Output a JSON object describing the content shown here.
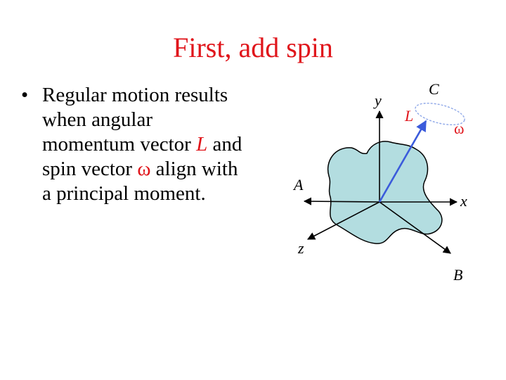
{
  "slide": {
    "title": "First, add spin",
    "bullet": {
      "marker": "•",
      "text_before_L": "Regular motion results when angular momentum vector ",
      "L_symbol": "L",
      "text_before_omega": " and spin vector ",
      "omega_symbol": "ω",
      "text_after": " align with a principal moment."
    }
  },
  "diagram": {
    "labels": {
      "y_axis": "y",
      "x_axis": "x",
      "z_axis": "z",
      "A": "A",
      "B": "B",
      "C": "C",
      "L": "L",
      "omega": "ω"
    },
    "colors": {
      "title_and_symbols": "#e0151b",
      "body_fill": "#b3dde0",
      "L_vector": "#3b5bdb",
      "spin_ellipse": "#8fa8e8",
      "axes": "#000000"
    }
  }
}
